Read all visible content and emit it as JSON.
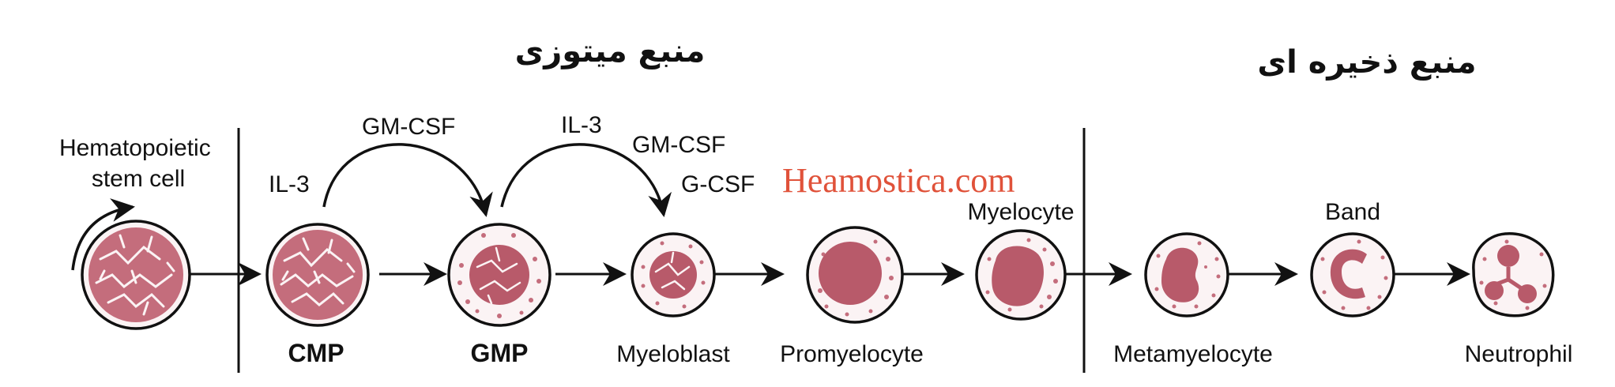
{
  "headings": {
    "mitotic_pool": "منبع میتوزی",
    "storage_pool": "منبع ذخیره ای"
  },
  "watermark": "Heamostica.com",
  "colors": {
    "cell_stain": "#b85a6a",
    "cell_stain_dark": "#a34a5a",
    "cytoplasm": "#fbf3f4",
    "watermark": "#e0523a",
    "outline": "#111111"
  },
  "stem_cell_label": [
    "Hematopoietic",
    "stem cell"
  ],
  "cytokines": {
    "il3_cmp": "IL-3",
    "gmcsf_top": "GM-CSF",
    "il3_gmp": "IL-3",
    "gmcsf_myeloblast": "GM-CSF",
    "gcsf_myeloblast": "G-CSF"
  },
  "cells": {
    "cmp": "CMP",
    "gmp": "GMP",
    "myeloblast": "Myeloblast",
    "promyelocyte": "Promyelocyte",
    "myelocyte": "Myelocyte",
    "metamyelocyte": "Metamyelocyte",
    "band": "Band",
    "neutrophil": "Neutrophil"
  }
}
